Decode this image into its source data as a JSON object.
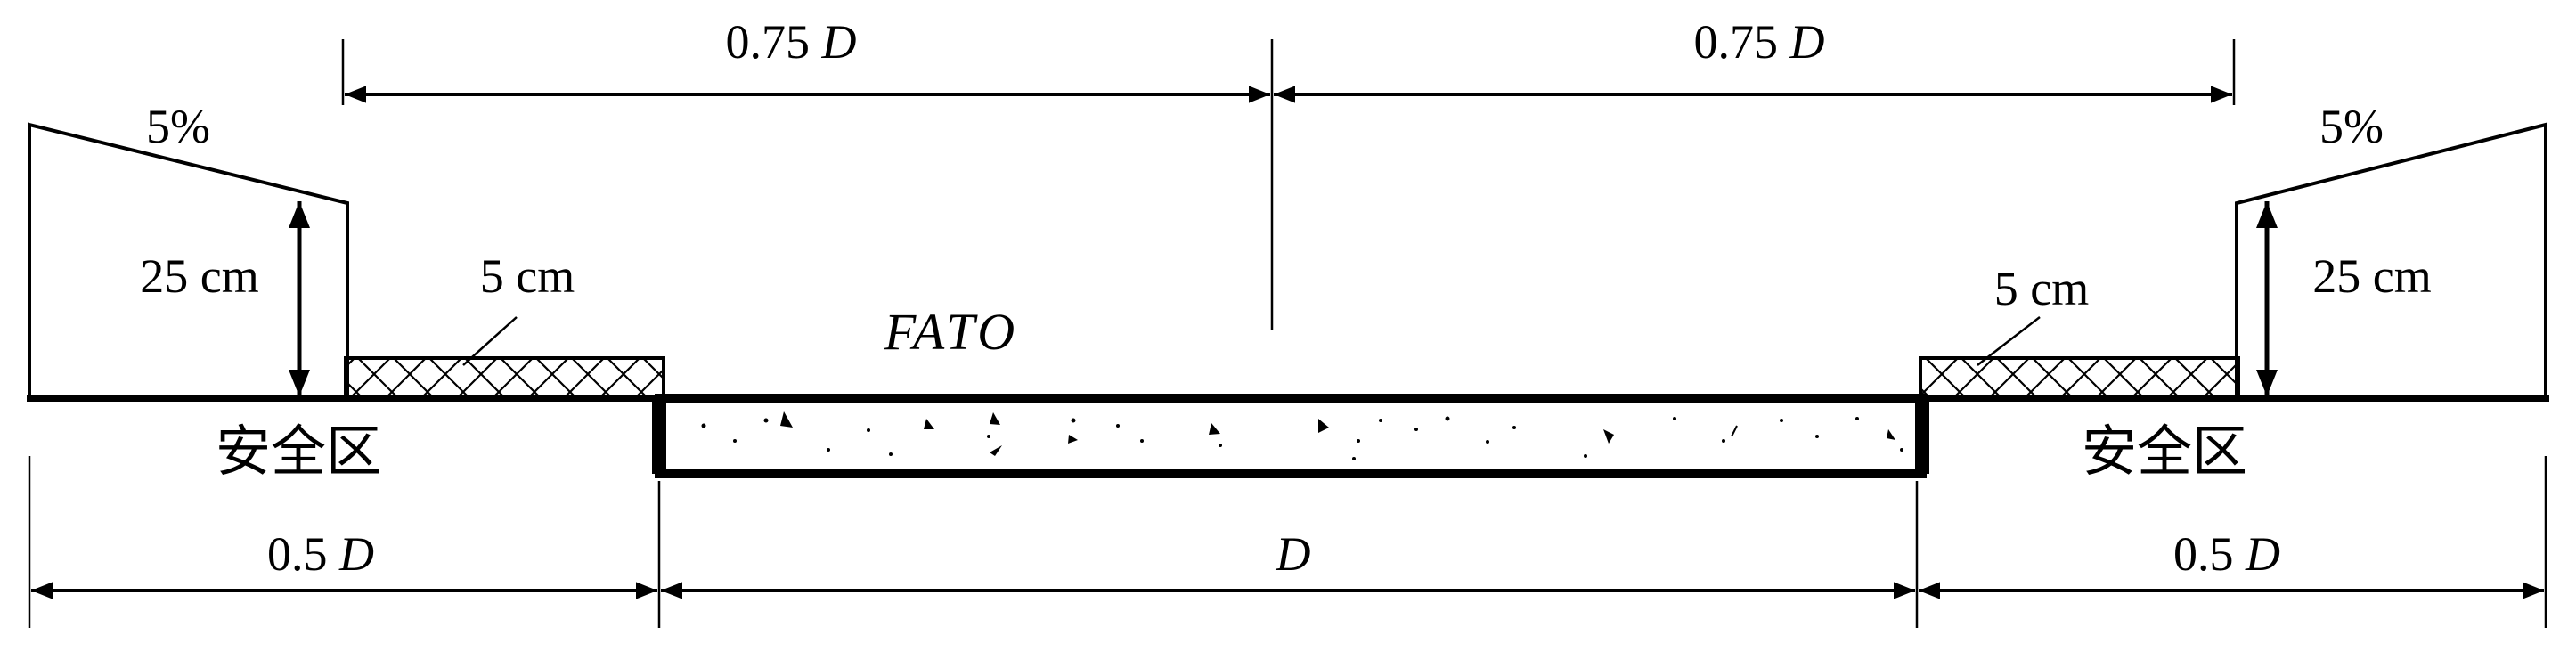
{
  "labels": {
    "top_left_dim": {
      "value": "0.75",
      "var": "D"
    },
    "top_right_dim": {
      "value": "0.75",
      "var": "D"
    },
    "bottom_left_dim": {
      "value": "0.5",
      "var": "D"
    },
    "bottom_center_dim": {
      "var": "D"
    },
    "bottom_right_dim": {
      "value": "0.5",
      "var": "D"
    },
    "slope_left": "5%",
    "slope_right": "5%",
    "height_left": "25 cm",
    "height_right": "25 cm",
    "thickness_left": "5 cm",
    "thickness_right": "5 cm",
    "fato": "FATO",
    "safety_zone_left": "安全区",
    "safety_zone_right": "安全区"
  },
  "colors": {
    "ink": "#000000",
    "paper": "#ffffff"
  }
}
